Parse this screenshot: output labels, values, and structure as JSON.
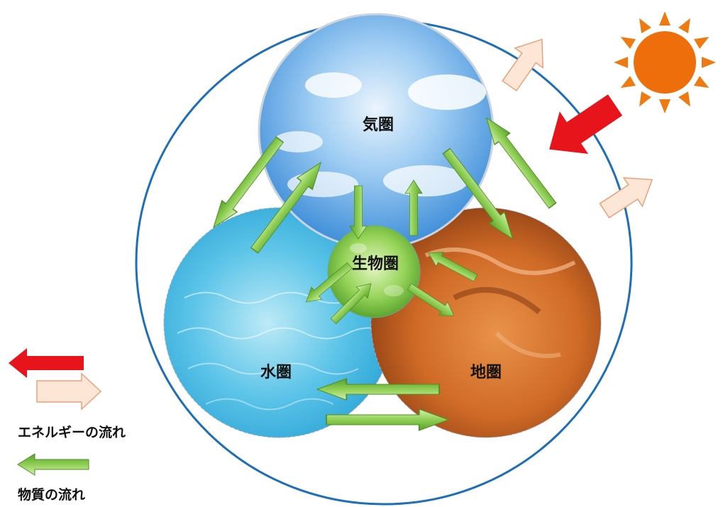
{
  "spheres": {
    "atmosphere": "気圏",
    "biosphere": "生物圏",
    "hydrosphere": "水圏",
    "geosphere": "地圏"
  },
  "legend": {
    "energy_flow": "エネルギーの流れ",
    "material_flow": "物質の流れ"
  },
  "colors": {
    "boundary": "#1e6fb8",
    "energy_in": "#e8141b",
    "energy_out_fill": "#fde6d6",
    "energy_out_stroke": "#e8a27a",
    "material_flow": "#8fcf55",
    "sun": "#f07a12",
    "sky": "#6fb1ea",
    "water": "#56c3e6",
    "earth": "#d9742e",
    "leaf": "#7cc441"
  },
  "icons": [
    "sun-icon"
  ]
}
